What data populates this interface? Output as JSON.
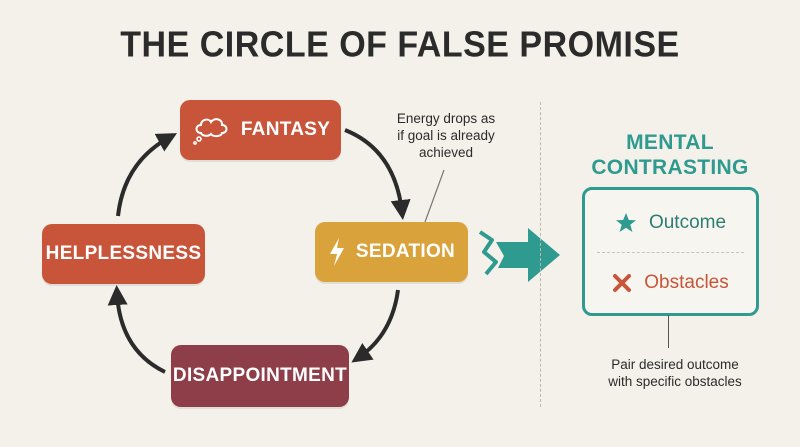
{
  "title": "THE CIRCLE OF FALSE PROMISE",
  "nodes": {
    "fantasy": "FANTASY",
    "sedation": "SEDATION",
    "helplessness": "HELPLESSNESS",
    "disappointment": "DISAPPOINTMENT"
  },
  "annotation": {
    "line1": "Energy drops as",
    "line2": "if goal is already",
    "line3": "achieved"
  },
  "mental_contrasting": {
    "title_line1": "MENTAL",
    "title_line2": "CONTRASTING",
    "outcome": "Outcome",
    "obstacles": "Obstacles",
    "note_line1": "Pair desired outcome",
    "note_line2": "with specific obstacles"
  },
  "colors": {
    "fantasy": "#c8553a",
    "sedation": "#d9a23a",
    "helplessness": "#c8553a",
    "disappointment": "#8e3e49",
    "teal": "#2f9a8f",
    "background": "#f4f1ea"
  },
  "icons": {
    "fantasy": "thought-cloud-icon",
    "sedation": "lightning-icon",
    "outcome": "star-icon",
    "obstacles": "x-icon",
    "transition": "zigzag-arrow-icon"
  }
}
